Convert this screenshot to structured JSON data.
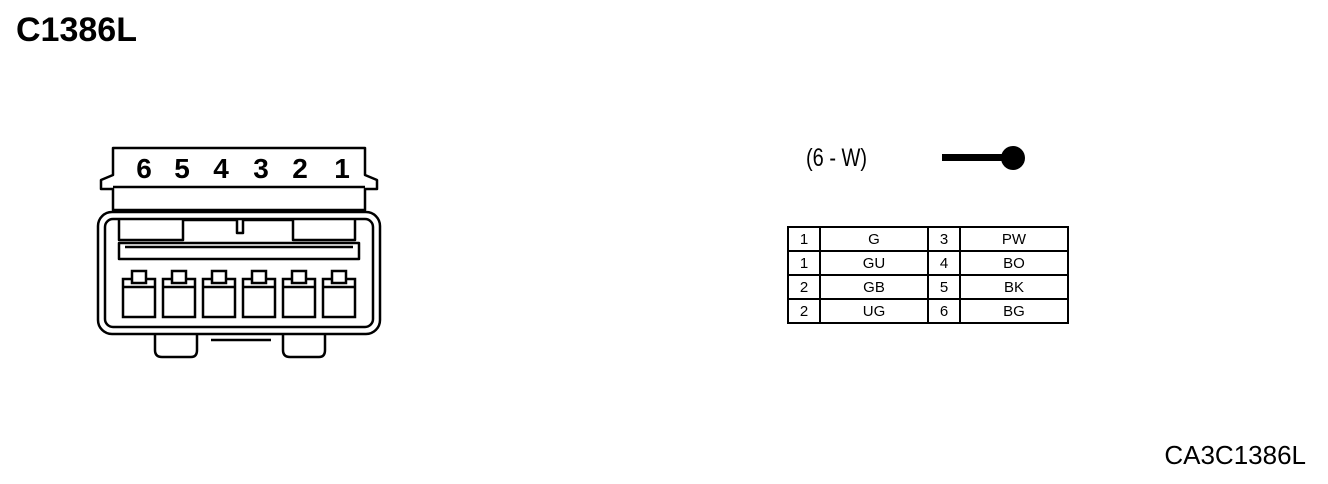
{
  "title": "C1386L",
  "connector_id": "(6 - W)",
  "code": "CA3C1386L",
  "pin_numbers": [
    "6",
    "5",
    "4",
    "3",
    "2",
    "1"
  ],
  "pin_table": [
    {
      "left_num": "1",
      "left_color": "G",
      "right_num": "3",
      "right_color": "PW"
    },
    {
      "left_num": "1",
      "left_color": "GU",
      "right_num": "4",
      "right_color": "BO"
    },
    {
      "left_num": "2",
      "left_color": "GB",
      "right_num": "5",
      "right_color": "BK"
    },
    {
      "left_num": "2",
      "left_color": "UG",
      "right_num": "6",
      "right_color": "BG"
    }
  ]
}
